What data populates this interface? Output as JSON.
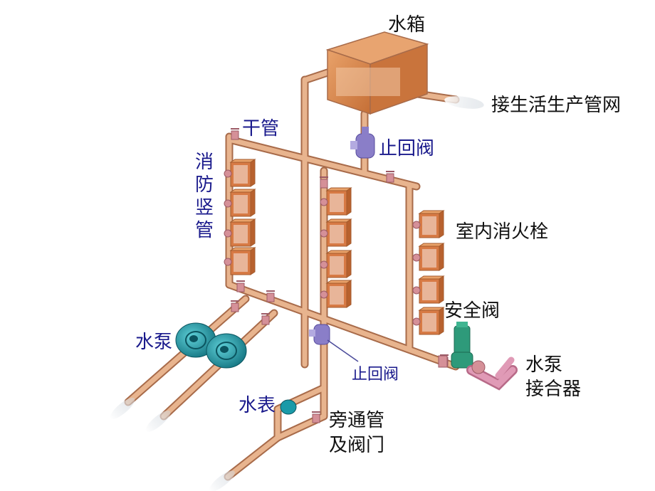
{
  "labels": {
    "water_tank": "水箱",
    "domestic_network": "接生活生产管网",
    "check_valve_top": "止回阀",
    "main_pipe": "干管",
    "fire_riser": "消防竖管",
    "indoor_hydrant": "室内消火栓",
    "safety_valve": "安全阀",
    "pump": "水泵",
    "pump_connector_line1": "水泵",
    "pump_connector_line2": "接合器",
    "check_valve_bottom": "止回阀",
    "water_meter": "水表",
    "bypass_line1": "旁通管",
    "bypass_line2": "及阀门"
  },
  "colors": {
    "pipe": "#e8b48e",
    "pipe_edge": "#a86b4a",
    "tank": "#d98a4a",
    "hydrant_box": "#d77a45",
    "hydrant_door": "#ebc0a8",
    "pump": "#1a9aa8",
    "valve_pink": "#d59098",
    "check_valve": "#8a7ec8",
    "safety_valve": "#2e9a7a",
    "label_blue": "#1a1a8c"
  }
}
